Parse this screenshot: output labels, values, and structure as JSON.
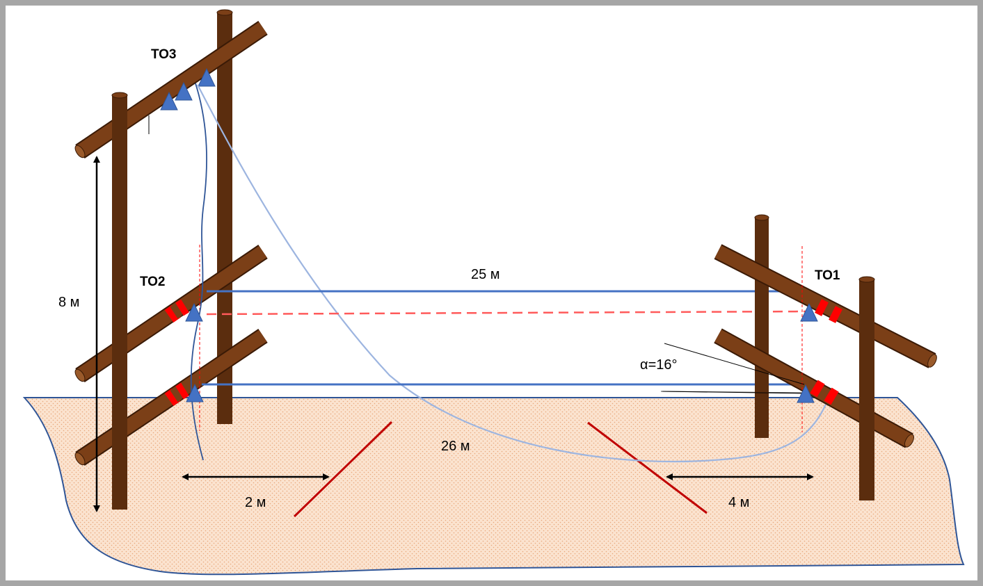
{
  "labels": {
    "to3": "ТО3",
    "to2": "ТО2",
    "to1": "ТО1",
    "height": "8 м",
    "span_top": "25 м",
    "span_cable": "26 м",
    "dist_left": "2 м",
    "dist_right": "4 м",
    "angle": "α=16°"
  },
  "colors": {
    "ground_fill": "#fbe3cf",
    "ground_stroke": "#2f5597",
    "pole": "#5b2d0e",
    "crossarm": "#7b3f17",
    "insulator": "#4472c4",
    "wire": "#4472c4",
    "cable": "#9db5e0",
    "marker": "#ff0000",
    "trench": "#c00000"
  }
}
